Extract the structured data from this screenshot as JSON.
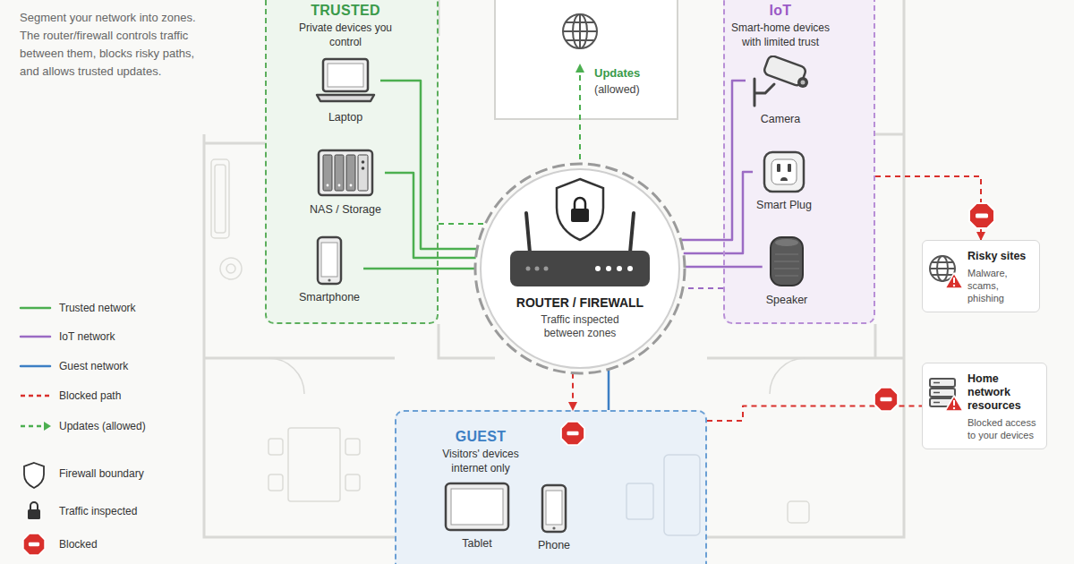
{
  "diagram": {
    "caption": "Segment your network into zones. The router/firewall controls traffic between them, blocks risky paths, and allows trusted updates.",
    "nodes": [
      {
        "text": [
          "TRUSTED",
          "Private devices you control"
        ]
      },
      {
        "text": [
          "Laptop"
        ],
        "in": 0
      },
      {
        "text": [
          "NAS / Storage"
        ],
        "in": 0
      },
      {
        "text": [
          "Smartphone"
        ],
        "in": 0
      },
      {
        "text": [
          "IoT",
          "Smart-home devices with limited trust"
        ]
      },
      {
        "text": [
          "Camera"
        ],
        "in": 4
      },
      {
        "text": [
          "Smart Plug"
        ],
        "in": 4
      },
      {
        "text": [
          "Speaker"
        ],
        "in": 4
      },
      {
        "text": [
          "ROUTER / FIREWALL",
          "Traffic inspected between zones"
        ]
      },
      {
        "text": [
          "Risky sites",
          "Malware, scams, phishing"
        ]
      },
      {
        "text": [
          "GUEST",
          "Visitors' devices internet only"
        ]
      },
      {
        "text": [
          "Tablet"
        ],
        "in": 10
      },
      {
        "text": [
          "Phone"
        ],
        "in": 10
      },
      {
        "text": [
          "Home network resources",
          "Blocked access to your devices"
        ]
      }
    ],
    "edges": [
      {
        "from": 1,
        "to": 8,
        "arrow": "none"
      },
      {
        "from": 2,
        "to": 8,
        "arrow": "none"
      },
      {
        "from": 3,
        "to": 8,
        "arrow": "none"
      },
      {
        "from": 0,
        "to": 8,
        "arrow": "none"
      },
      {
        "from": 5,
        "to": 8,
        "arrow": "none"
      },
      {
        "from": 6,
        "to": 8,
        "arrow": "none"
      },
      {
        "from": 7,
        "to": 8,
        "arrow": "none"
      },
      {
        "from": 4,
        "to": 8,
        "arrow": "none"
      },
      {
        "from": 10,
        "to": 8,
        "arrow": "none"
      },
      {
        "from": 8,
        "to": 10,
        "arrow": "to"
      },
      {
        "from": 4,
        "to": 9,
        "arrow": "to"
      },
      {
        "from": 10,
        "to": 13,
        "arrow": "none"
      }
    ],
    "labels": [
      "Updates",
      "(allowed)"
    ],
    "legend": [
      {
        "text": "Trusted network"
      },
      {
        "text": "IoT network"
      },
      {
        "text": "Guest network"
      },
      {
        "text": "Blocked path"
      },
      {
        "text": "Updates (allowed)"
      },
      {
        "text": "Firewall boundary"
      },
      {
        "text": "Traffic inspected"
      },
      {
        "text": "Blocked"
      }
    ]
  }
}
